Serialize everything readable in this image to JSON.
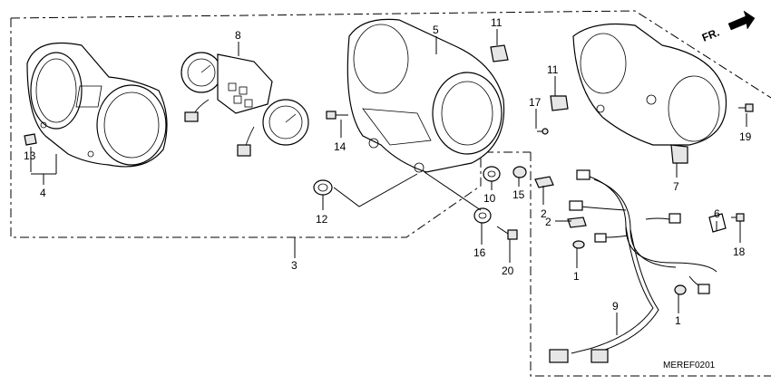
{
  "diagram": {
    "front_marker": "FR.",
    "reference_code": "MEREF0201",
    "callouts": [
      "1",
      "1",
      "2",
      "2",
      "3",
      "4",
      "5",
      "6",
      "7",
      "8",
      "9",
      "10",
      "11",
      "11",
      "12",
      "13",
      "14",
      "15",
      "16",
      "17",
      "18",
      "19",
      "20"
    ]
  }
}
